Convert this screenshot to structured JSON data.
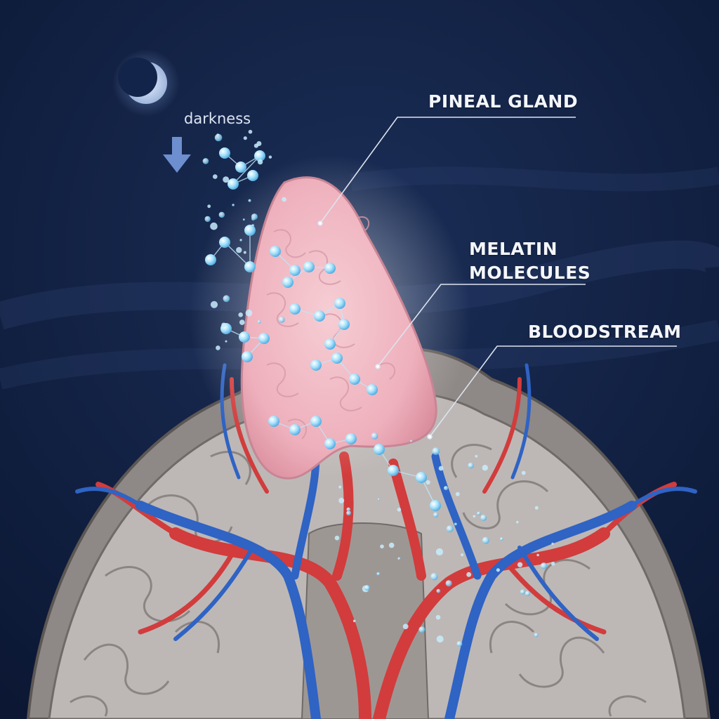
{
  "labels": {
    "pineal_gland": "PINEAL GLAND",
    "melatonin_line1": "MELATIN",
    "melatonin_line2": "MOLECULES",
    "bloodstream": "BLOODSTREAM",
    "darkness": "darkness"
  },
  "colors": {
    "background": "#0d1b3a",
    "gland": "#eeb4bf",
    "artery": "#d23c3c",
    "vein": "#2f63c4",
    "molecule": "#8fd3f5",
    "brain": "#b9b4b2"
  },
  "icons": {
    "moon": "crescent-moon-icon",
    "arrow": "down-arrow-icon"
  }
}
